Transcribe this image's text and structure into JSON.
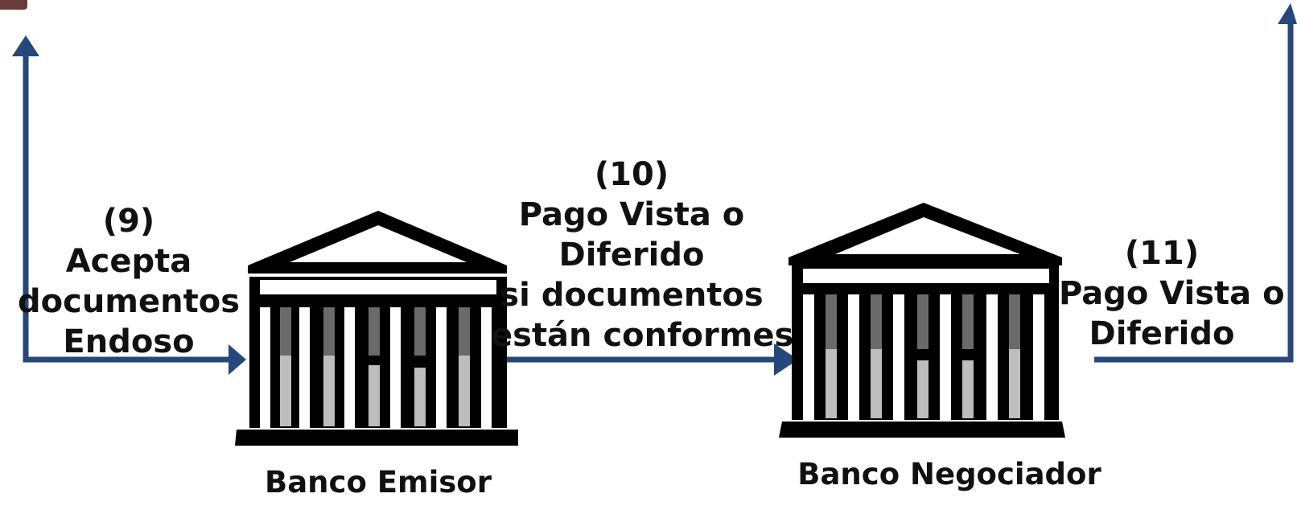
{
  "colors": {
    "arrow": "#24487c",
    "building": "#000000",
    "accent": "#6b3b3b"
  },
  "steps": {
    "s9": {
      "num": "(9)",
      "lines": [
        "Acepta",
        "documentos",
        "Endoso"
      ]
    },
    "s10": {
      "num": "(10)",
      "lines": [
        "Pago Vista o",
        "Diferido",
        "si documentos",
        "están conformes"
      ]
    },
    "s11": {
      "num": "(11)",
      "lines": [
        "Pago Vista o",
        "Diferido"
      ]
    }
  },
  "banks": {
    "emisor": {
      "label": "Banco Emisor",
      "icon": "bank-building-icon"
    },
    "negociador": {
      "label": "Banco Negociador",
      "icon": "bank-building-icon"
    }
  }
}
